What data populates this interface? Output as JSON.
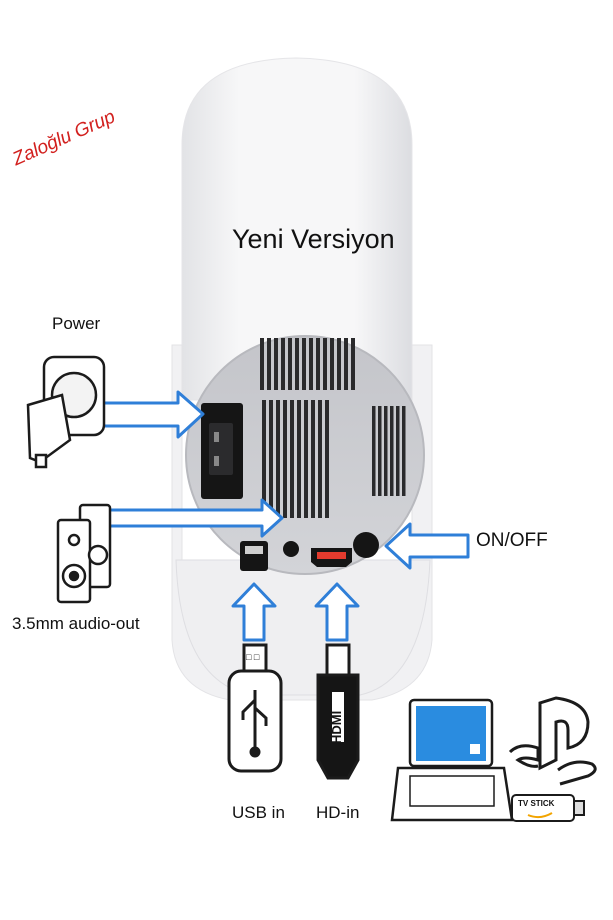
{
  "watermark": "Zaloğlu Grup",
  "title": "Yeni Versiyon",
  "labels": {
    "power": "Power",
    "audio_out": "3.5mm audio-out",
    "on_off": "ON/OFF",
    "usb_in": "USB in",
    "hd_in": "HD-in"
  },
  "connector_text": {
    "hdmi": "HDMI",
    "usb_plug_mark": "□ □",
    "tv_stick": "TV STICK"
  },
  "colors": {
    "arrow_blue": "#2f7fd8",
    "screen_blue": "#2a8ce0",
    "watermark_red": "#d2201e",
    "device_body": "#f3f3f5",
    "back_panel": "#c9cacf",
    "port_black": "#151515"
  },
  "icons": [
    "power-socket-icon",
    "speaker-icon",
    "usb-plug-icon",
    "hdmi-plug-icon",
    "laptop-icon",
    "playstation-icon",
    "tv-stick-icon"
  ]
}
